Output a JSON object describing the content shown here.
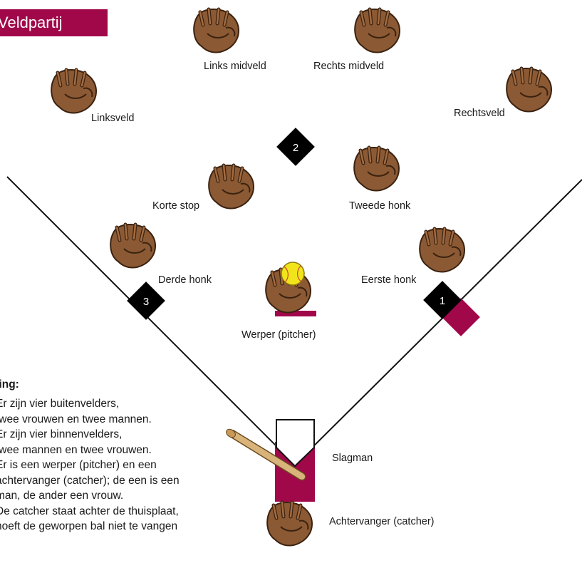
{
  "title": "Veldpartij",
  "colors": {
    "accent": "#a0084a",
    "glove": "#8b5a34",
    "glove_dark": "#4a2a12",
    "base": "#000000",
    "ball": "#f2e41b",
    "bat": "#d9b47a"
  },
  "bases": {
    "first": "1",
    "second": "2",
    "third": "3"
  },
  "positions": {
    "left_center": "Links midveld",
    "right_center": "Rechts midveld",
    "left_field": "Linksveld",
    "right_field": "Rechtsveld",
    "shortstop": "Korte stop",
    "second_base": "Tweede honk",
    "third_base": "Derde honk",
    "first_base": "Eerste honk",
    "pitcher": "Werper (pitcher)",
    "batter": "Slagman",
    "catcher": "Achtervanger (catcher)"
  },
  "explanation": {
    "heading": "rdeling:",
    "lines": [
      "Er zijn vier buitenvelders,",
      "twee vrouwen en twee mannen.",
      "Er zijn vier binnenvelders,",
      "twee mannen en twee vrouwen.",
      "Er is een werper (pitcher) en een",
      "achtervanger (catcher); de een is een",
      "man, de ander een vrouw.",
      "De catcher staat achter de thuisplaat,",
      "hoeft de geworpen bal niet te vangen"
    ]
  }
}
